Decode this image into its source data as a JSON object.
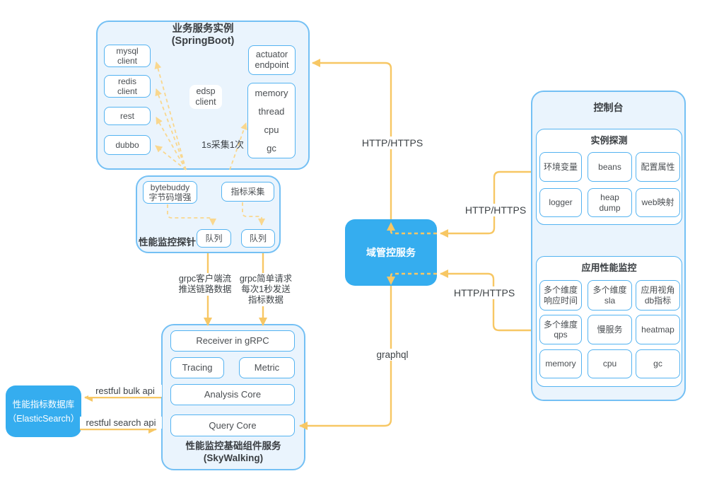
{
  "springboot": {
    "title": "业务服务实例\n(SpringBoot)",
    "mysql": "mysql\nclient",
    "redis": "redis\nclient",
    "rest": "rest",
    "dubbo": "dubbo",
    "edsp": "edsp\nclient",
    "actuator": "actuator\nendpoint",
    "runtime_metrics": "memory\nthread\ncpu\ngc",
    "collect_note": "1s采集1次"
  },
  "probe": {
    "title": "性能监控探针",
    "bytebuddy": "bytebuddy\n字节码增强",
    "metric_collect": "指标采集",
    "queue_left": "队列",
    "queue_right": "队列"
  },
  "domain_service": {
    "title": "域管控服务"
  },
  "console": {
    "title": "控制台",
    "instance_probe": {
      "title": "实例探测",
      "items": [
        "环境变量",
        "beans",
        "配置属性",
        "logger",
        "heap\ndump",
        "web映射"
      ]
    },
    "apm": {
      "title": "应用性能监控",
      "items": [
        "多个维度\n响应时间",
        "多个维度\nsla",
        "应用视角\ndb指标",
        "多个维度\nqps",
        "慢服务",
        "heatmap",
        "memory",
        "cpu",
        "gc"
      ]
    }
  },
  "skywalking": {
    "receiver": "Receiver in gRPC",
    "tracing": "Tracing",
    "metric": "Metric",
    "analysis": "Analysis Core",
    "query": "Query Core",
    "title": "性能监控基础组件服务\n(SkyWalking)"
  },
  "elasticsearch": {
    "title": "性能指标数据库\n（ElasticSearch）"
  },
  "edges": {
    "http_to_springboot": "HTTP/HTTPS",
    "http_console_upper": "HTTP/HTTPS",
    "http_console_lower": "HTTP/HTTPS",
    "graphql": "graphql",
    "grpc_stream": "grpc客户端流\n推送链路数据",
    "grpc_simple": "grpc简单请求\n每次1秒发送\n指标数据",
    "restful_bulk": "restful bulk api",
    "restful_search": "restful search api"
  },
  "colors": {
    "container_fill": "#EAF4FD",
    "container_border": "#74C0F4",
    "node_border": "#54B3F1",
    "accent_blue": "#35ADEF",
    "arrow_yellow": "#F7C764",
    "arrow_yellow_light": "#F9D78E",
    "text_dark": "#3E4347"
  }
}
